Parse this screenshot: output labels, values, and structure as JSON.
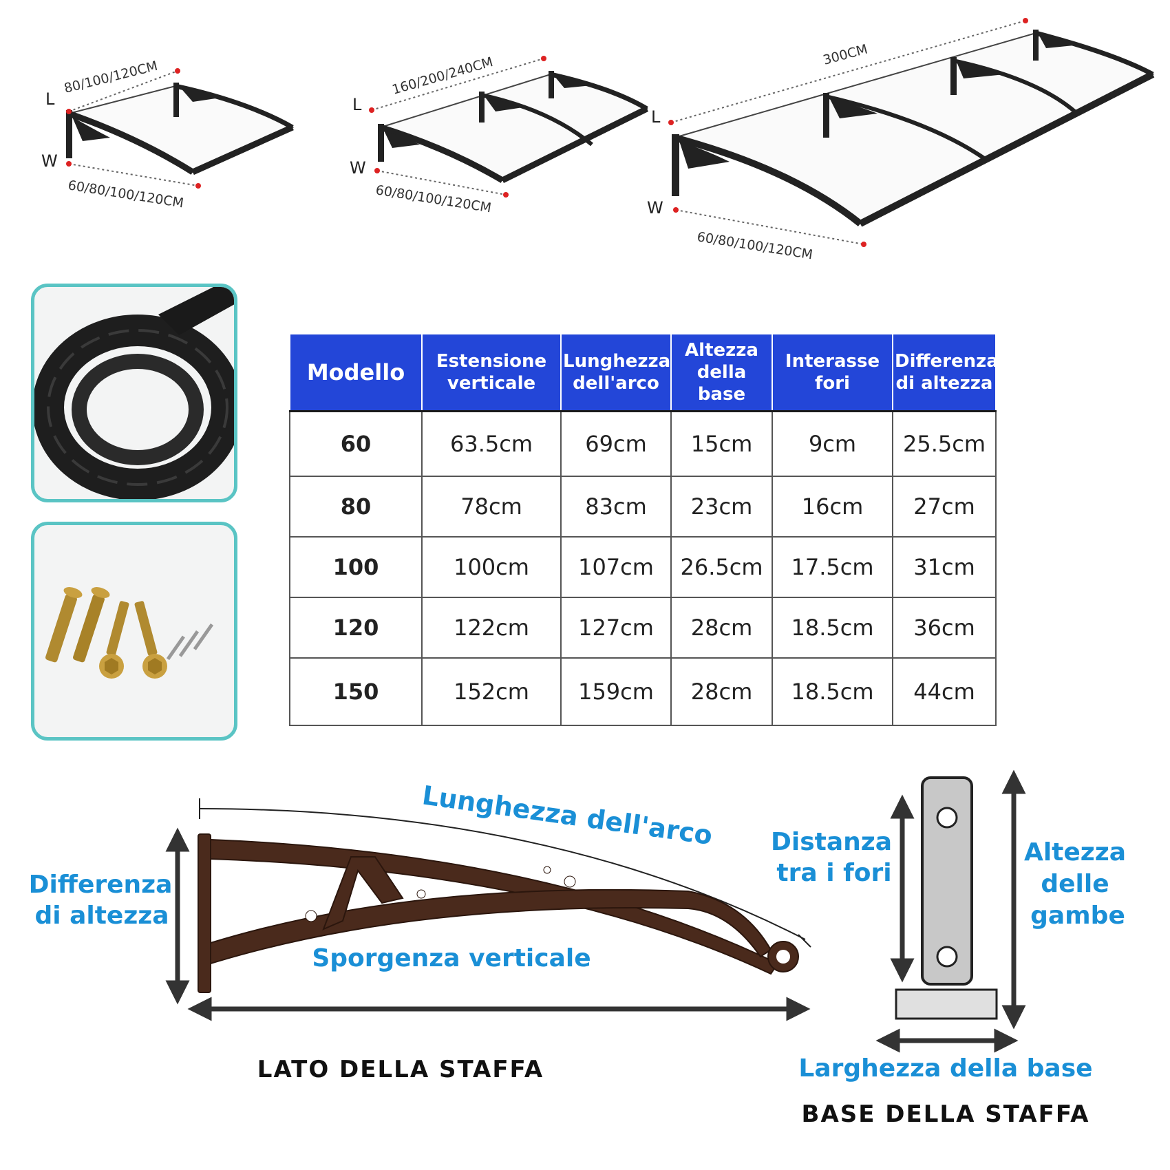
{
  "awnings": [
    {
      "length_label": "80/100/120CM",
      "width_label": "60/80/100/120CM",
      "l_letter": "L",
      "w_letter": "W"
    },
    {
      "length_label": "160/200/240CM",
      "width_label": "60/80/100/120CM",
      "l_letter": "L",
      "w_letter": "W"
    },
    {
      "length_label": "300CM",
      "width_label": "60/80/100/120CM",
      "l_letter": "L",
      "w_letter": "W"
    }
  ],
  "table": {
    "headers": [
      [
        "Modello"
      ],
      [
        "Estensione",
        "verticale"
      ],
      [
        "Lunghezza",
        "dell'arco"
      ],
      [
        "Altezza",
        "della base"
      ],
      [
        "Interasse",
        "fori"
      ],
      [
        "Differenza",
        "di altezza"
      ]
    ],
    "rows": [
      [
        "60",
        "63.5cm",
        "69cm",
        "15cm",
        "9cm",
        "25.5cm"
      ],
      [
        "80",
        "78cm",
        "83cm",
        "23cm",
        "16cm",
        "27cm"
      ],
      [
        "100",
        "100cm",
        "107cm",
        "26.5cm",
        "17.5cm",
        "31cm"
      ],
      [
        "120",
        "122cm",
        "127cm",
        "28cm",
        "18.5cm",
        "36cm"
      ],
      [
        "150",
        "152cm",
        "159cm",
        "28cm",
        "18.5cm",
        "44cm"
      ]
    ]
  },
  "bracket_side": {
    "arc_length": "Lunghezza dell'arco",
    "height_diff_line1": "Differenza",
    "height_diff_line2": "di altezza",
    "vertical_projection": "Sporgenza verticale",
    "title": "LATO DELLA STAFFA"
  },
  "bracket_base": {
    "hole_dist_line1": "Distanza",
    "hole_dist_line2": "tra i fori",
    "leg_height_line1": "Altezza",
    "leg_height_line2": "delle",
    "leg_height_line3": "gambe",
    "base_width": "Larghezza della base",
    "title": "BASE DELLA STAFFA"
  },
  "colors": {
    "header_blue": "#2346d8",
    "label_blue": "#1a8fd6",
    "bracket_brown": "#4a2a1c",
    "box_teal": "#5ac4c4"
  }
}
